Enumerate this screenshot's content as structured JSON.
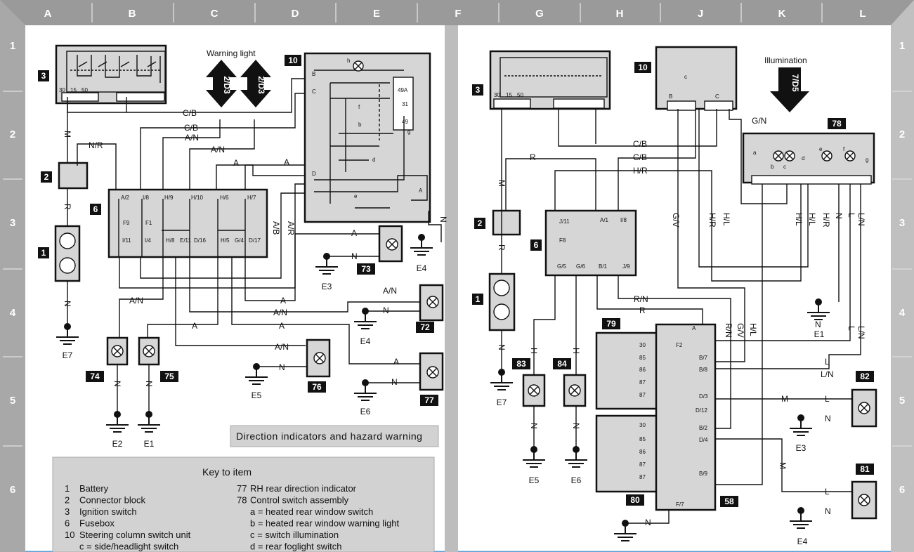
{
  "title": "Direction indicators and hazard warning",
  "key_heading": "Key to item",
  "grid_cols": [
    "A",
    "B",
    "C",
    "D",
    "E",
    "F",
    "G",
    "H",
    "J",
    "K",
    "L"
  ],
  "grid_rows": [
    "1",
    "2",
    "3",
    "4",
    "5",
    "6"
  ],
  "warning_light": "Warning light",
  "illumination": "Illumination",
  "ref_2d3": "2/D3",
  "ref_7d5": "7/D5",
  "items": {
    "i1": "1",
    "i2": "2",
    "i3": "3",
    "i6": "6",
    "i10": "10",
    "i72": "72",
    "i73": "73",
    "i74": "74",
    "i75": "75",
    "i76": "76",
    "i77": "77",
    "i78": "78",
    "i79": "79",
    "i80": "80",
    "i81": "81",
    "i82": "82",
    "i83": "83",
    "i84": "84",
    "i58": "58"
  },
  "earths": [
    "E1",
    "E2",
    "E3",
    "E4",
    "E5",
    "E6",
    "E7"
  ],
  "wires": {
    "cb": "C/B",
    "an": "A/N",
    "a": "A",
    "nr": "N/R",
    "m": "M",
    "r": "R",
    "n": "N",
    "ab": "A/B",
    "ar": "A/R",
    "hr": "H/R",
    "gv": "G/V",
    "hl": "H/L",
    "gn": "G/N",
    "rn": "R/N",
    "h": "H",
    "l": "L",
    "ln": "L/N"
  },
  "pins": {
    "p30": "30",
    "p15": "15",
    "p50": "50",
    "a2": "A/2",
    "i8": "I/8",
    "h9": "H/9",
    "h10": "H/10",
    "h6": "H/6",
    "h7": "H/7",
    "i11": "I/11",
    "i4": "I/4",
    "h8": "H/8",
    "e11": "E/11",
    "d16": "D/16",
    "h5": "H/5",
    "g4": "G/4",
    "d17": "D/17",
    "f9": "F9",
    "f1": "F1",
    "f8": "F8",
    "f2": "F2",
    "j11": "J/11",
    "a1": "A/1",
    "g5": "G/5",
    "g6": "G/6",
    "b1": "B/1",
    "j9": "J/9",
    "b7": "B/7",
    "b8": "B/8",
    "d3": "D/3",
    "d12": "D/12",
    "b2": "B/2",
    "d4": "D/4",
    "b9": "B/9",
    "f7": "F/7",
    "p85": "85",
    "p86": "86",
    "p87": "87",
    "p49a": "49A",
    "p31": "31",
    "p49": "49",
    "la": "a",
    "lb": "b",
    "lc": "c",
    "ld": "d",
    "le": "e",
    "lf": "f",
    "lg": "g",
    "lh": "h",
    "pB": "B",
    "pC": "C",
    "pD": "D",
    "pA": "A"
  },
  "key_items": [
    {
      "n": "1",
      "t": "Battery"
    },
    {
      "n": "2",
      "t": "Connector block"
    },
    {
      "n": "3",
      "t": "Ignition switch"
    },
    {
      "n": "6",
      "t": "Fusebox"
    },
    {
      "n": "10",
      "t": "Steering column switch unit"
    },
    {
      "n": "",
      "t": "c  =  side/headlight switch"
    }
  ],
  "key_items2": [
    {
      "n": "77",
      "t": "RH rear direction indicator"
    },
    {
      "n": "78",
      "t": "Control switch assembly"
    },
    {
      "n": "",
      "t": "a  = heated rear window switch"
    },
    {
      "n": "",
      "t": "b  = heated rear window warning light"
    },
    {
      "n": "",
      "t": "c  =  switch illumination"
    },
    {
      "n": "",
      "t": "d  = rear foglight switch"
    }
  ]
}
